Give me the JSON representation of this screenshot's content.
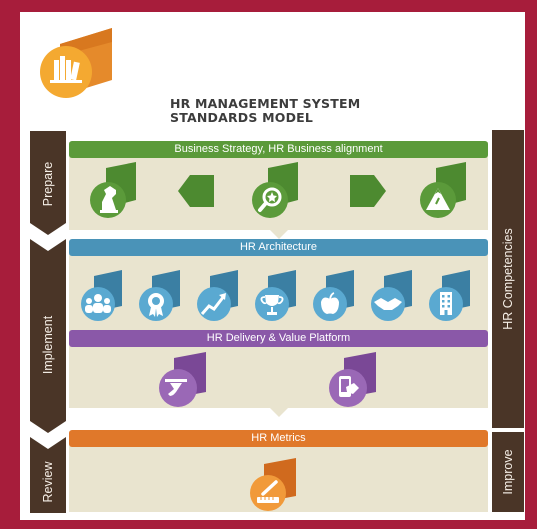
{
  "title": {
    "line1": "HR MANAGEMENT SYSTEM",
    "line2": "STANDARDS MODEL"
  },
  "phases": {
    "prepare": "Prepare",
    "implement": "Implement",
    "review": "Review",
    "competencies": "HR Competencies",
    "improve": "Improve"
  },
  "banners": {
    "strategy": "Business Strategy, HR Business alignment",
    "architecture": "HR Architecture",
    "delivery": "HR Delivery & Value Platform",
    "metrics": "HR  Metrics"
  },
  "colors": {
    "background": "#a71d3b",
    "green": "#5b9a3a",
    "blue": "#4a93b8",
    "purple": "#8a58a8",
    "orange": "#e0782a",
    "brown": "#4a3527",
    "band": "#e9e4cf"
  },
  "icons": {
    "header": "bookshelf-icon",
    "prepare": [
      "chess-knight-icon",
      "magnifier-star-icon",
      "mountain-icon"
    ],
    "architecture": [
      "people-group-icon",
      "award-badge-icon",
      "growth-chart-icon",
      "trophy-icon",
      "apple-icon",
      "handshake-icon",
      "building-icon"
    ],
    "delivery": [
      "serving-tray-icon",
      "mobile-touch-icon"
    ],
    "metrics": [
      "scale-pen-icon"
    ]
  }
}
